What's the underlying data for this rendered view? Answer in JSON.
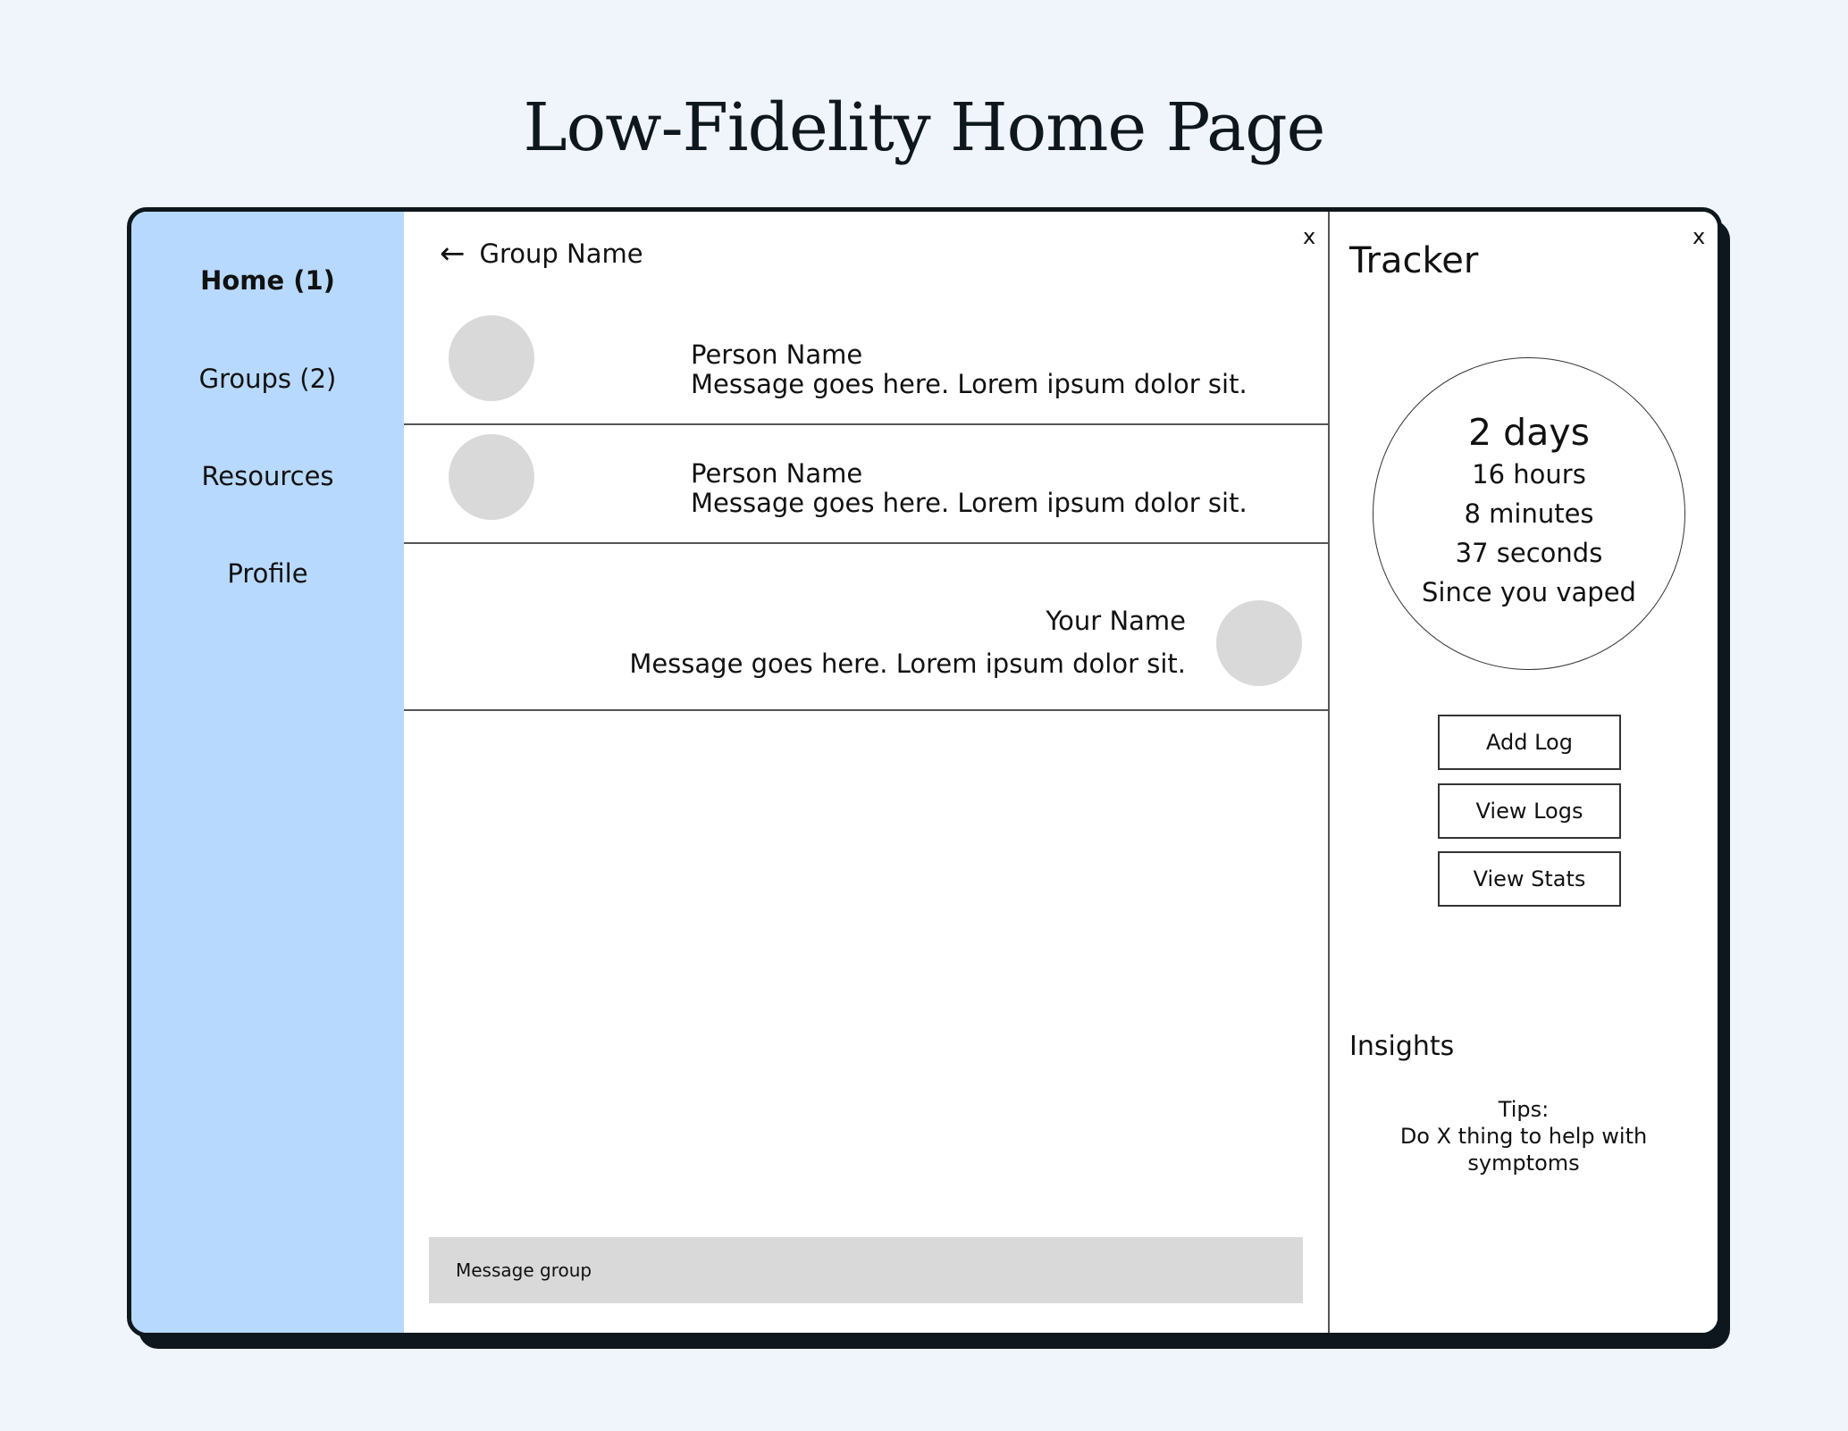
{
  "page": {
    "title": "Low-Fidelity Home Page"
  },
  "sidebar": {
    "items": [
      {
        "label": "Home (1)",
        "active": true
      },
      {
        "label": "Groups (2)",
        "active": false
      },
      {
        "label": "Resources",
        "active": false
      },
      {
        "label": "Profile",
        "active": false
      }
    ]
  },
  "chat": {
    "back_icon": "←",
    "group_name": "Group Name",
    "close_label": "x",
    "messages": [
      {
        "sender": "Person Name",
        "text": "Message goes here. Lorem ipsum dolor sit.",
        "align": "left"
      },
      {
        "sender": "Person Name",
        "text": "Message goes here. Lorem ipsum dolor sit.",
        "align": "left"
      },
      {
        "sender": "Your Name",
        "text": "Message goes here. Lorem ipsum dolor sit.",
        "align": "right"
      }
    ],
    "input": {
      "placeholder": "Message group",
      "value": ""
    }
  },
  "tracker": {
    "title": "Tracker",
    "close_label": "x",
    "timer": {
      "days": "2 days",
      "hours": "16 hours",
      "minutes": "8 minutes",
      "seconds": "37 seconds",
      "caption": "Since you vaped"
    },
    "buttons": [
      {
        "label": "Add Log"
      },
      {
        "label": "View Logs"
      },
      {
        "label": "View Stats"
      }
    ],
    "insights": {
      "title": "Insights",
      "tips_label": "Tips:",
      "tip_text": "Do X thing to help with symptoms"
    }
  },
  "colors": {
    "background": "#eff5fa",
    "sidebar": "#b7d9fe",
    "frame_border": "#0e171e",
    "avatar": "#d9d9d9",
    "input_bg": "#d9d9d9"
  }
}
